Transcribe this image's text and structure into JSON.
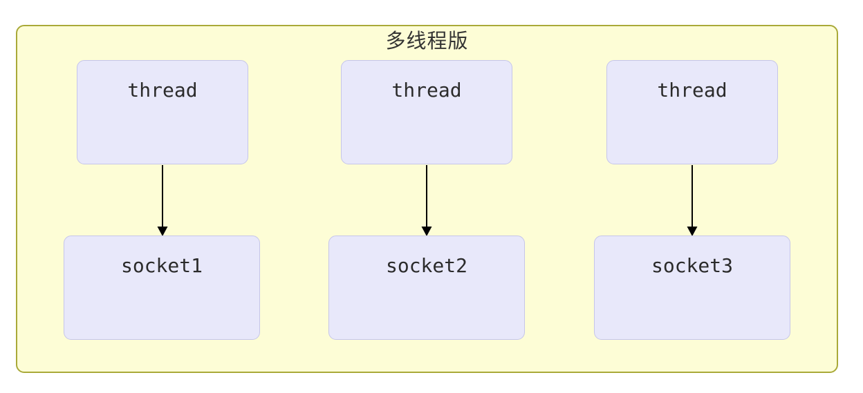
{
  "diagram": {
    "group_title": "多线程版",
    "threads": [
      {
        "id": "thread-1",
        "label": "thread"
      },
      {
        "id": "thread-2",
        "label": "thread"
      },
      {
        "id": "thread-3",
        "label": "thread"
      }
    ],
    "sockets": [
      {
        "id": "socket-1",
        "label": "socket1"
      },
      {
        "id": "socket-2",
        "label": "socket2"
      },
      {
        "id": "socket-3",
        "label": "socket3"
      }
    ],
    "edges": [
      {
        "from": "thread-1",
        "to": "socket-1",
        "direction": "down"
      },
      {
        "from": "thread-2",
        "to": "socket-2",
        "direction": "down"
      },
      {
        "from": "thread-3",
        "to": "socket-3",
        "direction": "down"
      }
    ],
    "colors": {
      "container_fill": "#fdfdd6",
      "container_border": "#a9a938",
      "node_fill": "#e8e8fa",
      "node_border": "#c5c5ea",
      "node_text": "#2b2b2b",
      "title_text": "#333333",
      "arrow": "#000000"
    }
  }
}
